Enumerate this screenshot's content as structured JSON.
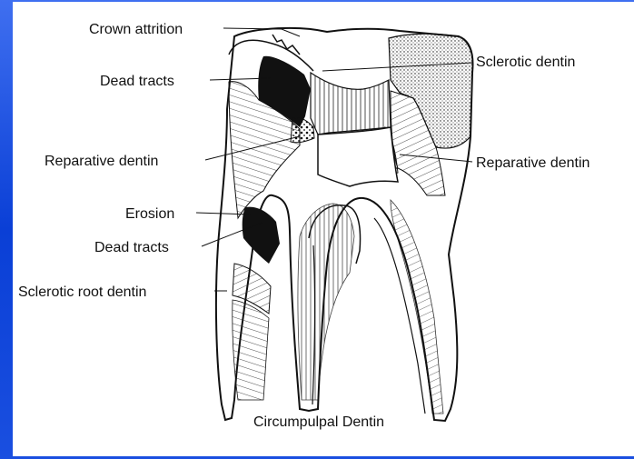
{
  "colors": {
    "slide_background": "#0a3fd6",
    "card": "#ffffff",
    "ink": "#111111"
  },
  "labels": {
    "crown_attrition": "Crown attrition",
    "dead_tracts_upper": "Dead tracts",
    "sclerotic_dentin": "Sclerotic dentin",
    "reparative_dentin_left": "Reparative dentin",
    "reparative_dentin_right": "Reparative dentin",
    "erosion": "Erosion",
    "dead_tracts_lower": "Dead tracts",
    "sclerotic_root_dentin": "Sclerotic root dentin"
  },
  "caption": "Circumpulpal Dentin"
}
